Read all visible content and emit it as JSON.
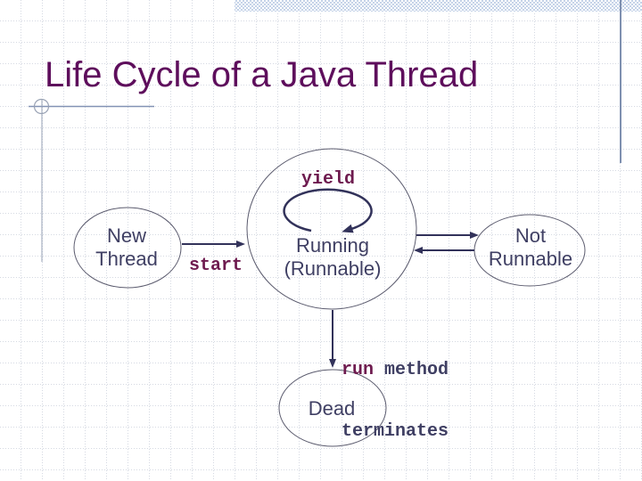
{
  "slide": {
    "title": "Life Cycle of a Java Thread"
  },
  "diagram": {
    "states": {
      "new_thread": {
        "line1": "New",
        "line2": "Thread"
      },
      "running": {
        "line1": "Running",
        "line2": "(Runnable)"
      },
      "not_runnable": {
        "line1": "Not",
        "line2": "Runnable"
      },
      "dead": {
        "label": "Dead"
      }
    },
    "transitions": {
      "yield": "yield",
      "start": "start",
      "run_keyword": "run",
      "run_rest": " method",
      "terminates": "terminates"
    }
  },
  "colors": {
    "title_text": "#5e0e5c",
    "state_text": "#3f3f63",
    "keyword_text": "#6e1b4f",
    "arrow": "#32325a",
    "ellipse_stroke": "#5b5b6e",
    "grid_line": "#d5d9e2",
    "band_blue": "#c5d3e8",
    "accent_line": "#8292b4"
  }
}
